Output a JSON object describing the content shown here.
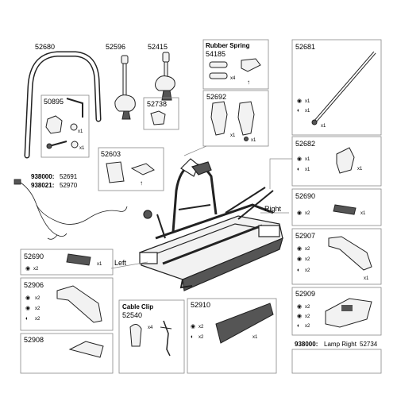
{
  "parts": {
    "p52680": "52680",
    "p52596": "52596",
    "p52415": "52415",
    "p50895": "50895",
    "p52738": "52738",
    "p52603": "52603",
    "rubber_title": "Rubber Spring",
    "p54185": "54185",
    "p52692": "52692",
    "p52681": "52681",
    "p52682": "52682",
    "p52690_right": "52690",
    "p52907": "52907",
    "p52909": "52909",
    "p52690_left": "52690",
    "p52906": "52906",
    "p52908": "52908",
    "cable_title": "Cable Clip",
    "p52540": "52540",
    "p52910": "52910",
    "cable_codes": {
      "code1": "938000:",
      "num1": "52691",
      "code2": "938021:",
      "num2": "52970"
    },
    "lamp": {
      "code": "938000:",
      "label": "Lamp Right",
      "num": "52734"
    }
  },
  "labels": {
    "right": "Right",
    "left": "Left"
  },
  "qty": {
    "x1": "x1",
    "x2": "x2",
    "x4": "x4"
  },
  "colors": {
    "line": "#222222",
    "box": "#888888",
    "part_fill": "#f2f2f2",
    "dark": "#555555"
  }
}
